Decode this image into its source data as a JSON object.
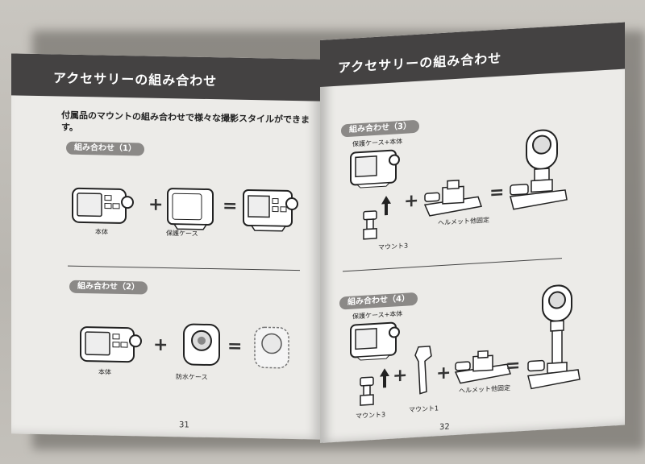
{
  "left": {
    "title": "アクセサリーの組み合わせ",
    "intro": "付属品のマウントの組み合わせで様々な撮影スタイルができます。",
    "combo1": {
      "label": "組み合わせ（1）",
      "cap_body": "本体",
      "cap_case": "保護ケース"
    },
    "combo2": {
      "label": "組み合わせ（2）",
      "cap_body": "本体",
      "cap_waterproof": "防水ケース"
    },
    "page_number": "31"
  },
  "right": {
    "title": "アクセサリーの組み合わせ",
    "combo3": {
      "label": "組み合わせ（3）",
      "cap_top": "保護ケース+本体",
      "cap_mount": "マウント3",
      "cap_helmet": "ヘルメット他固定"
    },
    "combo4": {
      "label": "組み合わせ（4）",
      "cap_top": "保護ケース+本体",
      "cap_mount3": "マウント3",
      "cap_mount1": "マウント1",
      "cap_helmet": "ヘルメット他固定"
    },
    "page_number": "32"
  },
  "operators": {
    "plus": "+",
    "equals": "="
  },
  "colors": {
    "header": "#444242",
    "pill": "#8b8987",
    "paper": "#ecebe8"
  }
}
